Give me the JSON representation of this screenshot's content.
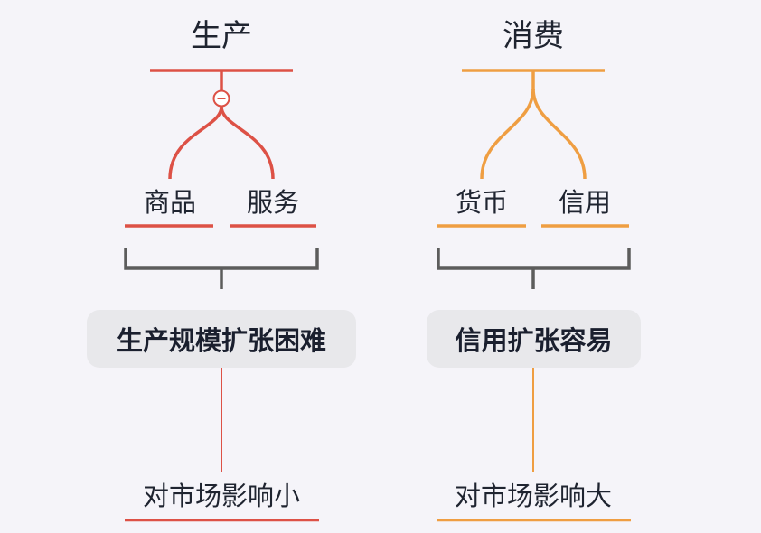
{
  "colors": {
    "left_branch": "#dd5146",
    "right_branch": "#ef9e42",
    "bracket": "#5c5c5c",
    "box_fill": "#e8e8eb",
    "background": "#f5f4f9"
  },
  "left": {
    "title": "生产",
    "children": [
      "商品",
      "服务"
    ],
    "summary": "生产规模扩张困难",
    "result": "对市场影响小",
    "collapse_icon": "minus-circle-icon"
  },
  "right": {
    "title": "消费",
    "children": [
      "货币",
      "信用"
    ],
    "summary": "信用扩张容易",
    "result": "对市场影响大"
  }
}
